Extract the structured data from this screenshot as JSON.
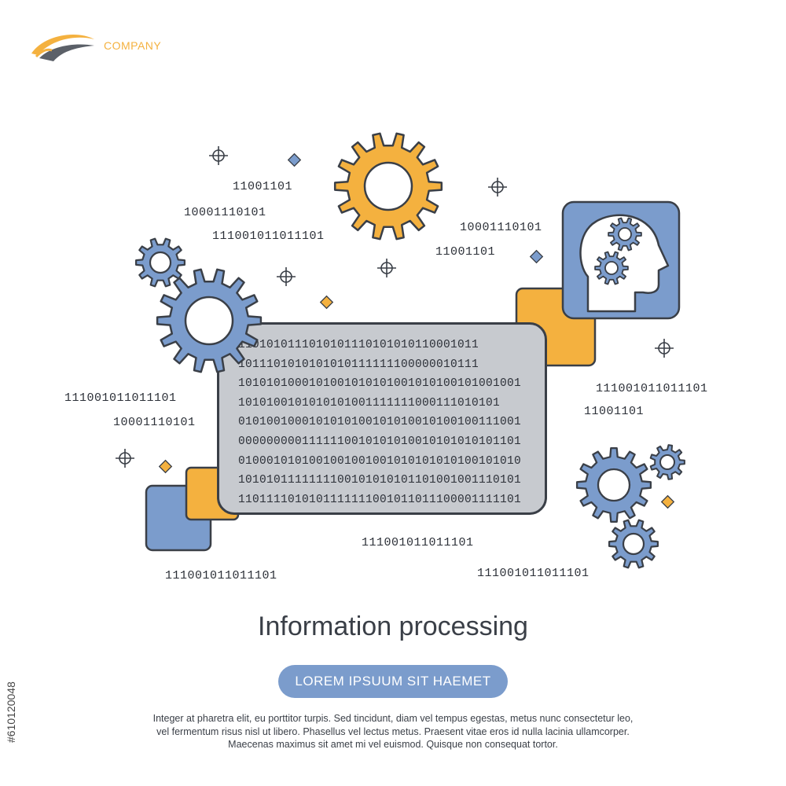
{
  "logo": {
    "text": "COMPANY",
    "icon": "swoosh-logo-icon"
  },
  "binary_labels": [
    "11001101",
    "10001110101",
    "111001011011101",
    "10001110101",
    "11001101",
    "111001011011101",
    "10001110101",
    "111001011011101",
    "11001101",
    "111001011011101",
    "111001011011101",
    "111001011011101"
  ],
  "panel_lines": [
    "1101010111010101110101010110001011",
    "1011101010101010111111100000010111",
    "1010101000101001010101001010100101001001",
    "1010100101010101001111111000111010101",
    "0101001000101010100101010010100100111001",
    "0000000001111110010101010010101010101101",
    "0100010101001001001001010101010100101010",
    "1010101111111100101010101101001001110101",
    "1101111010101111111001011011100001111101"
  ],
  "title": "Information processing",
  "button_label": "LOREM IPSUUM SIT HAEMET",
  "body_lines": [
    "Integer at pharetra elit, eu porttitor turpis. Sed tincidunt, diam vel tempus egestas, metus nunc consectetur leo,",
    "vel fermentum risus nisl ut libero. Phasellus vel lectus metus. Praesent vitae eros id nulla lacinia ullamcorper.",
    "Maecenas maximus sit amet mi vel euismod. Quisque non consequat tortor."
  ],
  "stock_id": "#610120048",
  "colors": {
    "blue": "#7b9ccc",
    "orange": "#f4b13f",
    "outline": "#3a3f47",
    "panel": "#c7cacf"
  }
}
